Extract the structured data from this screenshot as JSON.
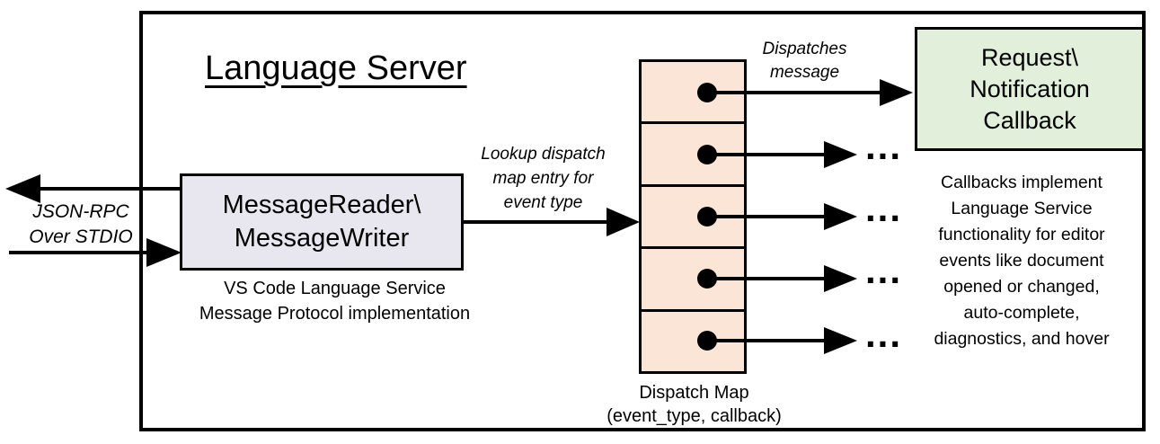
{
  "title": "Language Server",
  "io": {
    "lines": [
      "JSON-RPC",
      "Over STDIO"
    ]
  },
  "message_box": {
    "lines": [
      "MessageReader\\",
      "MessageWriter"
    ],
    "caption": [
      "VS Code Language Service",
      "Message Protocol implementation"
    ]
  },
  "lookup_label": {
    "lines": [
      "Lookup dispatch",
      "map entry for",
      "event type"
    ]
  },
  "dispatch_map": {
    "caption": [
      "Dispatch Map",
      "(event_type, callback)"
    ],
    "row_count": 5
  },
  "dispatches_label": {
    "lines": [
      "Dispatches",
      "message"
    ]
  },
  "callback_box": {
    "lines": [
      "Request\\",
      "Notification",
      "Callback"
    ]
  },
  "note": {
    "lines": [
      "Callbacks implement",
      "Language Service",
      "functionality for editor",
      "events like document",
      "opened or changed,",
      "auto-complete,",
      "diagnostics, and hover"
    ]
  },
  "ellipsis": "...",
  "colors": {
    "message_box_fill": "#E8E7F0",
    "dispatch_map_fill": "#FBE5D6",
    "callback_box_fill": "#E2EFDA",
    "stroke": "#000000"
  }
}
